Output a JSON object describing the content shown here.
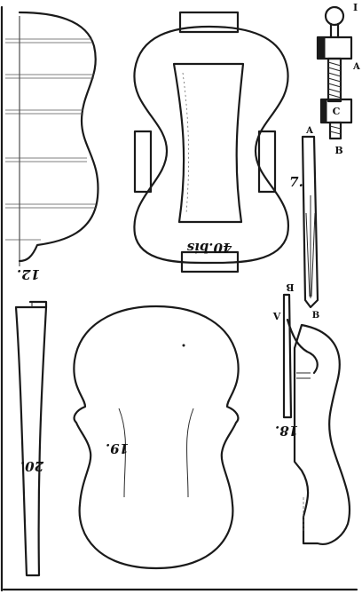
{
  "figures": {
    "fig_12": "12.",
    "fig_40bis": "40.bis",
    "fig_20": "20.",
    "fig_19": "19.",
    "fig_18": "18.",
    "fig_7": "7."
  },
  "labels": {
    "clamp_top": "I",
    "clamp_side": "A",
    "clamp_C": "C",
    "clamp_B": "B",
    "spike_A": "A",
    "spike_B": "B",
    "edge_B": "B",
    "edge_V": "V"
  },
  "colors": {
    "ink": "#1a1a1a",
    "paper": "#ffffff"
  }
}
